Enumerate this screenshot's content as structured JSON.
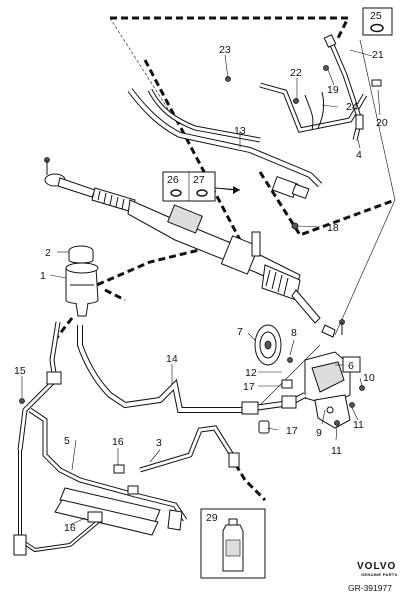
{
  "callouts": {
    "c1": "1",
    "c2": "2",
    "c3": "3",
    "c4": "4",
    "c5": "5",
    "c6": "6",
    "c7": "7",
    "c8": "8",
    "c9": "9",
    "c10": "10",
    "c11a": "11",
    "c11b": "11",
    "c12": "12",
    "c13": "13",
    "c14": "14",
    "c15": "15",
    "c16a": "16",
    "c16b": "16",
    "c17a": "17",
    "c17b": "17",
    "c18": "18",
    "c19": "19",
    "c20": "20",
    "c21": "21",
    "c22": "22",
    "c23": "23",
    "c24": "24",
    "c25": "25",
    "c26": "26",
    "c27": "27",
    "c29": "29"
  },
  "branding": {
    "logo": "VOLVO",
    "tagline": "GENUINE PARTS",
    "reference": "GR-391977"
  },
  "icons": {
    "logo": "volvo-logo",
    "fluid_bottle": "fluid-bottle-icon",
    "o_ring": "o-ring-icon"
  }
}
